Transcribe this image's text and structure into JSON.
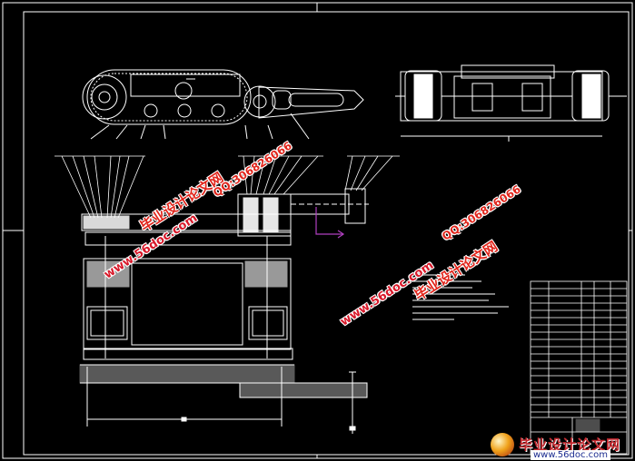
{
  "watermarks": {
    "site_name": "毕业设计论文网",
    "url": "www.56doc.com",
    "qq": "QQ:306826066"
  },
  "logo": {
    "text": "毕业设计论文网",
    "url": "www.56doc.com"
  },
  "colors": {
    "background": "#000000",
    "lines": "#ffffff",
    "watermark_red": "#e1251b",
    "accent_magenta": "#b040c0"
  }
}
